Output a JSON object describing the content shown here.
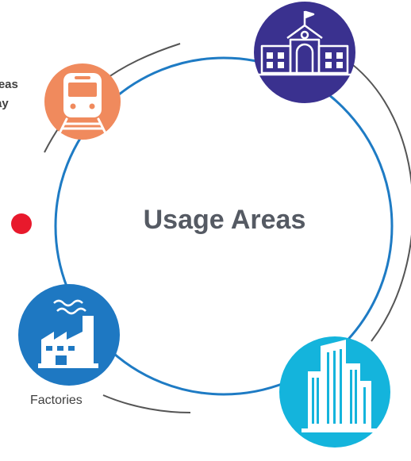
{
  "diagram": {
    "title": "Usage Areas",
    "nodes": [
      {
        "id": "railway",
        "icon": "train-icon",
        "label_lines": [
          "reas",
          "ay"
        ],
        "color": "#f08a5d"
      },
      {
        "id": "schools",
        "icon": "school-building-icon",
        "label_lines": [],
        "color": "#3a318f"
      },
      {
        "id": "factories",
        "icon": "factory-icon",
        "label_lines": [
          "Factories"
        ],
        "color": "#1e78c2"
      },
      {
        "id": "buildings",
        "icon": "skyscraper-icon",
        "label_lines": [],
        "color": "#14b4dc"
      }
    ],
    "accent_dot_color": "#e8192c",
    "ring_color": "#1e7bc4",
    "arc_color": "#555555"
  }
}
